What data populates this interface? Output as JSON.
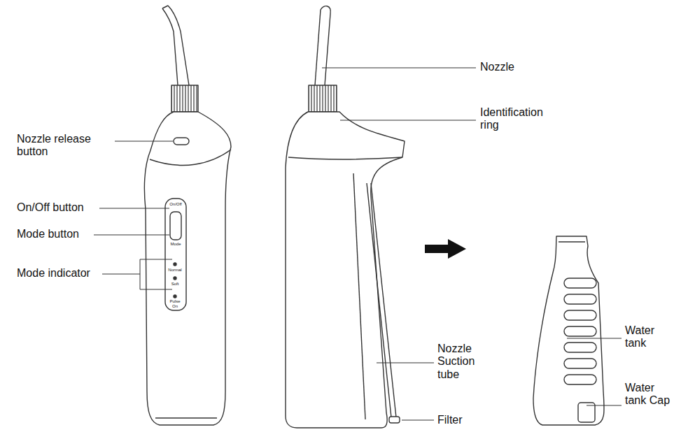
{
  "diagram": {
    "labels": [
      "Nozzle release button",
      "On/Off button",
      "Mode button",
      "Mode indicator",
      "Nozzle",
      "Identification ring",
      "Nozzle Suction tube",
      "Filter",
      "Water tank",
      "Water tank Cap",
      "On/Off",
      "Mode",
      "Normal",
      "Soft",
      "Pulse",
      "On"
    ]
  }
}
